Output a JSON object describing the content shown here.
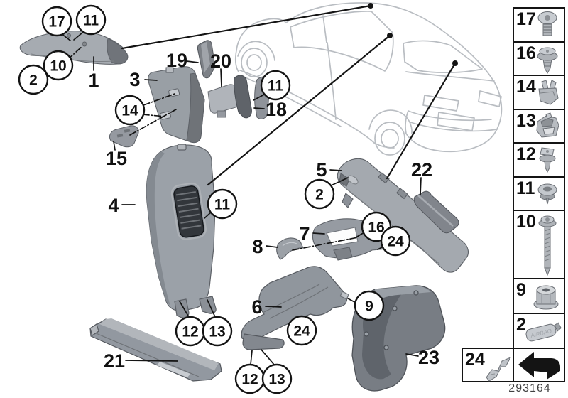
{
  "main": {
    "circled_callouts": [
      "17",
      "11",
      "10",
      "2",
      "14",
      "11",
      "11",
      "2",
      "16",
      "24",
      "9",
      "24",
      "12",
      "13",
      "12",
      "13"
    ],
    "plain_labels": [
      "1",
      "3",
      "19",
      "20",
      "18",
      "15",
      "4",
      "5",
      "22",
      "7",
      "8",
      "6",
      "21",
      "23"
    ]
  },
  "sidebar": {
    "items": [
      {
        "num": "17",
        "icon": "torx-screw-icon"
      },
      {
        "num": "16",
        "icon": "expanding-rivet-icon"
      },
      {
        "num": "14",
        "icon": "spring-clip-icon"
      },
      {
        "num": "13",
        "icon": "clamp-clip-icon"
      },
      {
        "num": "12",
        "icon": "snap-rivet-icon"
      },
      {
        "num": "11",
        "icon": "grommet-icon"
      },
      {
        "num": "10",
        "icon": "long-screw-icon"
      },
      {
        "num": "9",
        "icon": "flange-nut-icon"
      },
      {
        "num": "2",
        "icon": "airbag-emblem-icon",
        "emblem_text": "AIRBAG"
      },
      {
        "num": "24",
        "icon": "retainer-bracket-icon"
      }
    ],
    "arrow_icon": "page-arrow-icon"
  },
  "footer": {
    "number": "293164"
  },
  "colors": {
    "line": "#141414",
    "car_sketch": "#b9bdc2",
    "part_light": "#b2b6bb",
    "part_mid": "#989ca2",
    "part_dark": "#63676d",
    "vent_dark": "#32363b"
  }
}
